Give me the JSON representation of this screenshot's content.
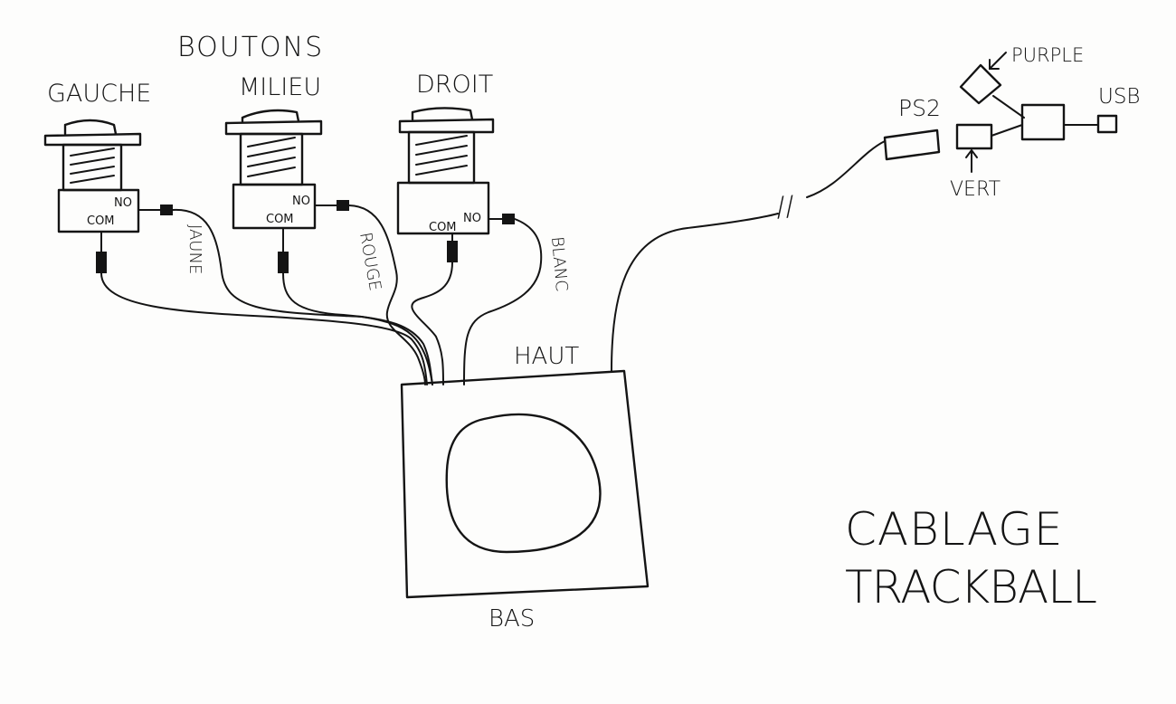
{
  "labels": {
    "buttons_heading": "BOUTONS",
    "left_button": "GAUCHE",
    "middle_button": "MILIEU",
    "right_button": "DROIT",
    "contact_no": "NO",
    "contact_com": "COM",
    "wire_yellow": "JAUNE",
    "wire_red": "ROUGE",
    "wire_white": "BLANC",
    "top_side": "HAUT",
    "bottom_side": "BAS",
    "ps2": "PS2",
    "usb": "USB",
    "purple": "PURPLE",
    "green": "VERT",
    "cut_mark": "//",
    "title_line1": "CABLAGE",
    "title_line2": "TRACKBALL"
  },
  "colors": {
    "ink": "#141414",
    "paper": "#fdfdfc"
  }
}
